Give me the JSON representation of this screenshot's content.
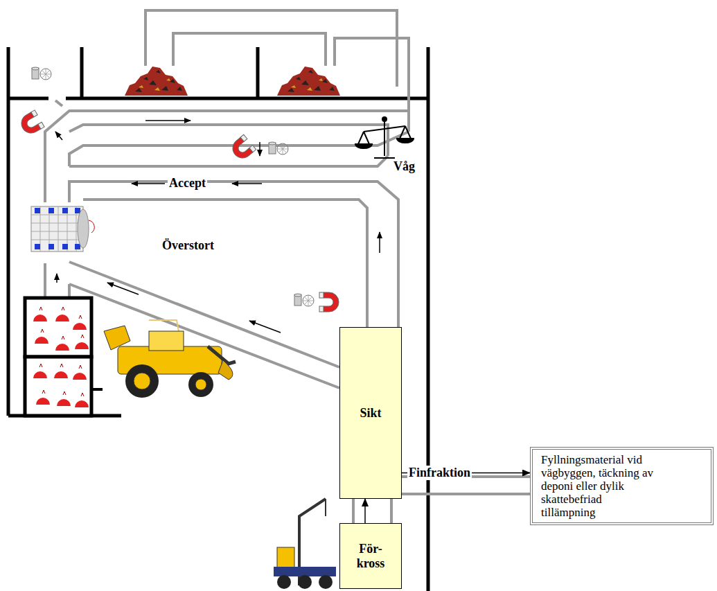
{
  "diagram": {
    "nodes": [
      {
        "text": [
          "Sikt"
        ]
      },
      {
        "text": [
          "Fyllningsmaterial vid vägbyggen, täckning av deponi eller dylik skattebefriad tillämpning"
        ]
      },
      {
        "text": [
          "För- kross"
        ]
      }
    ],
    "edges": [
      {
        "from": 2,
        "to": 0,
        "arrow": "to"
      },
      {
        "from": 0,
        "to": 1,
        "label": "Finfraktion",
        "arrow": "to"
      }
    ],
    "labels": [
      "Våg",
      "Accept",
      "Överstort"
    ]
  }
}
